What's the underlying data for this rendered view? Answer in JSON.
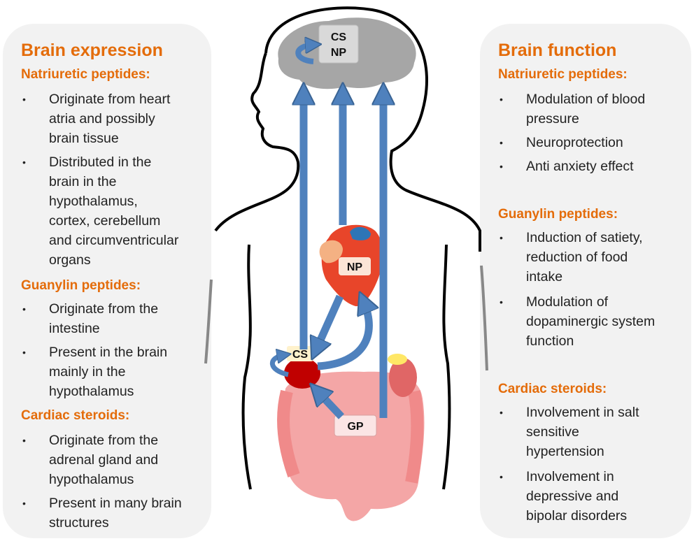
{
  "left_panel": {
    "title": "Brain expression",
    "sections": [
      {
        "heading": "Natriuretic peptides:",
        "bullets": [
          [
            "Originate from heart",
            "atria and possibly",
            "brain tissue"
          ],
          [
            "Distributed in the",
            "brain in the",
            "hypothalamus,",
            "cortex, cerebellum",
            "and circumventricular",
            "organs"
          ]
        ]
      },
      {
        "heading": "Guanylin peptides:",
        "bullets": [
          [
            "Originate from the",
            "intestine"
          ],
          [
            "Present in the brain",
            "mainly in the",
            "hypothalamus"
          ]
        ]
      },
      {
        "heading": "Cardiac steroids:",
        "bullets": [
          [
            "Originate from the",
            "adrenal gland and",
            "hypothalamus"
          ],
          [
            "Present in many brain",
            "structures"
          ]
        ]
      }
    ]
  },
  "right_panel": {
    "title": "Brain function",
    "sections": [
      {
        "heading": "Natriuretic peptides:",
        "bullets": [
          [
            "Modulation of blood",
            "pressure"
          ],
          [
            "Neuroprotection"
          ],
          [
            "Anti anxiety effect"
          ]
        ]
      },
      {
        "heading": "Guanylin peptides:",
        "bullets": [
          [
            "Induction of satiety,",
            "reduction of food",
            "intake"
          ],
          [
            "Modulation of",
            "dopaminergic system",
            "function"
          ]
        ]
      },
      {
        "heading": "Cardiac steroids:",
        "bullets": [
          [
            "Involvement in salt",
            "sensitive",
            "hypertension"
          ],
          [
            "Involvement in",
            "depressive and",
            "bipolar disorders"
          ]
        ]
      }
    ]
  },
  "figure": {
    "brain_label_1": "CS",
    "brain_label_2": "NP",
    "heart_label": "NP",
    "adrenal_label": "CS",
    "gut_label": "GP"
  },
  "bullet_symbol": "•",
  "colors": {
    "heading": "#e46c0a",
    "panel_bg": "#f2f2f2",
    "arrow": "#4f81bd",
    "arrow_outline": "#3a6494",
    "brain": "#a6a6a6",
    "heart": "#e8452a",
    "intestine": "#f4a6a6"
  }
}
